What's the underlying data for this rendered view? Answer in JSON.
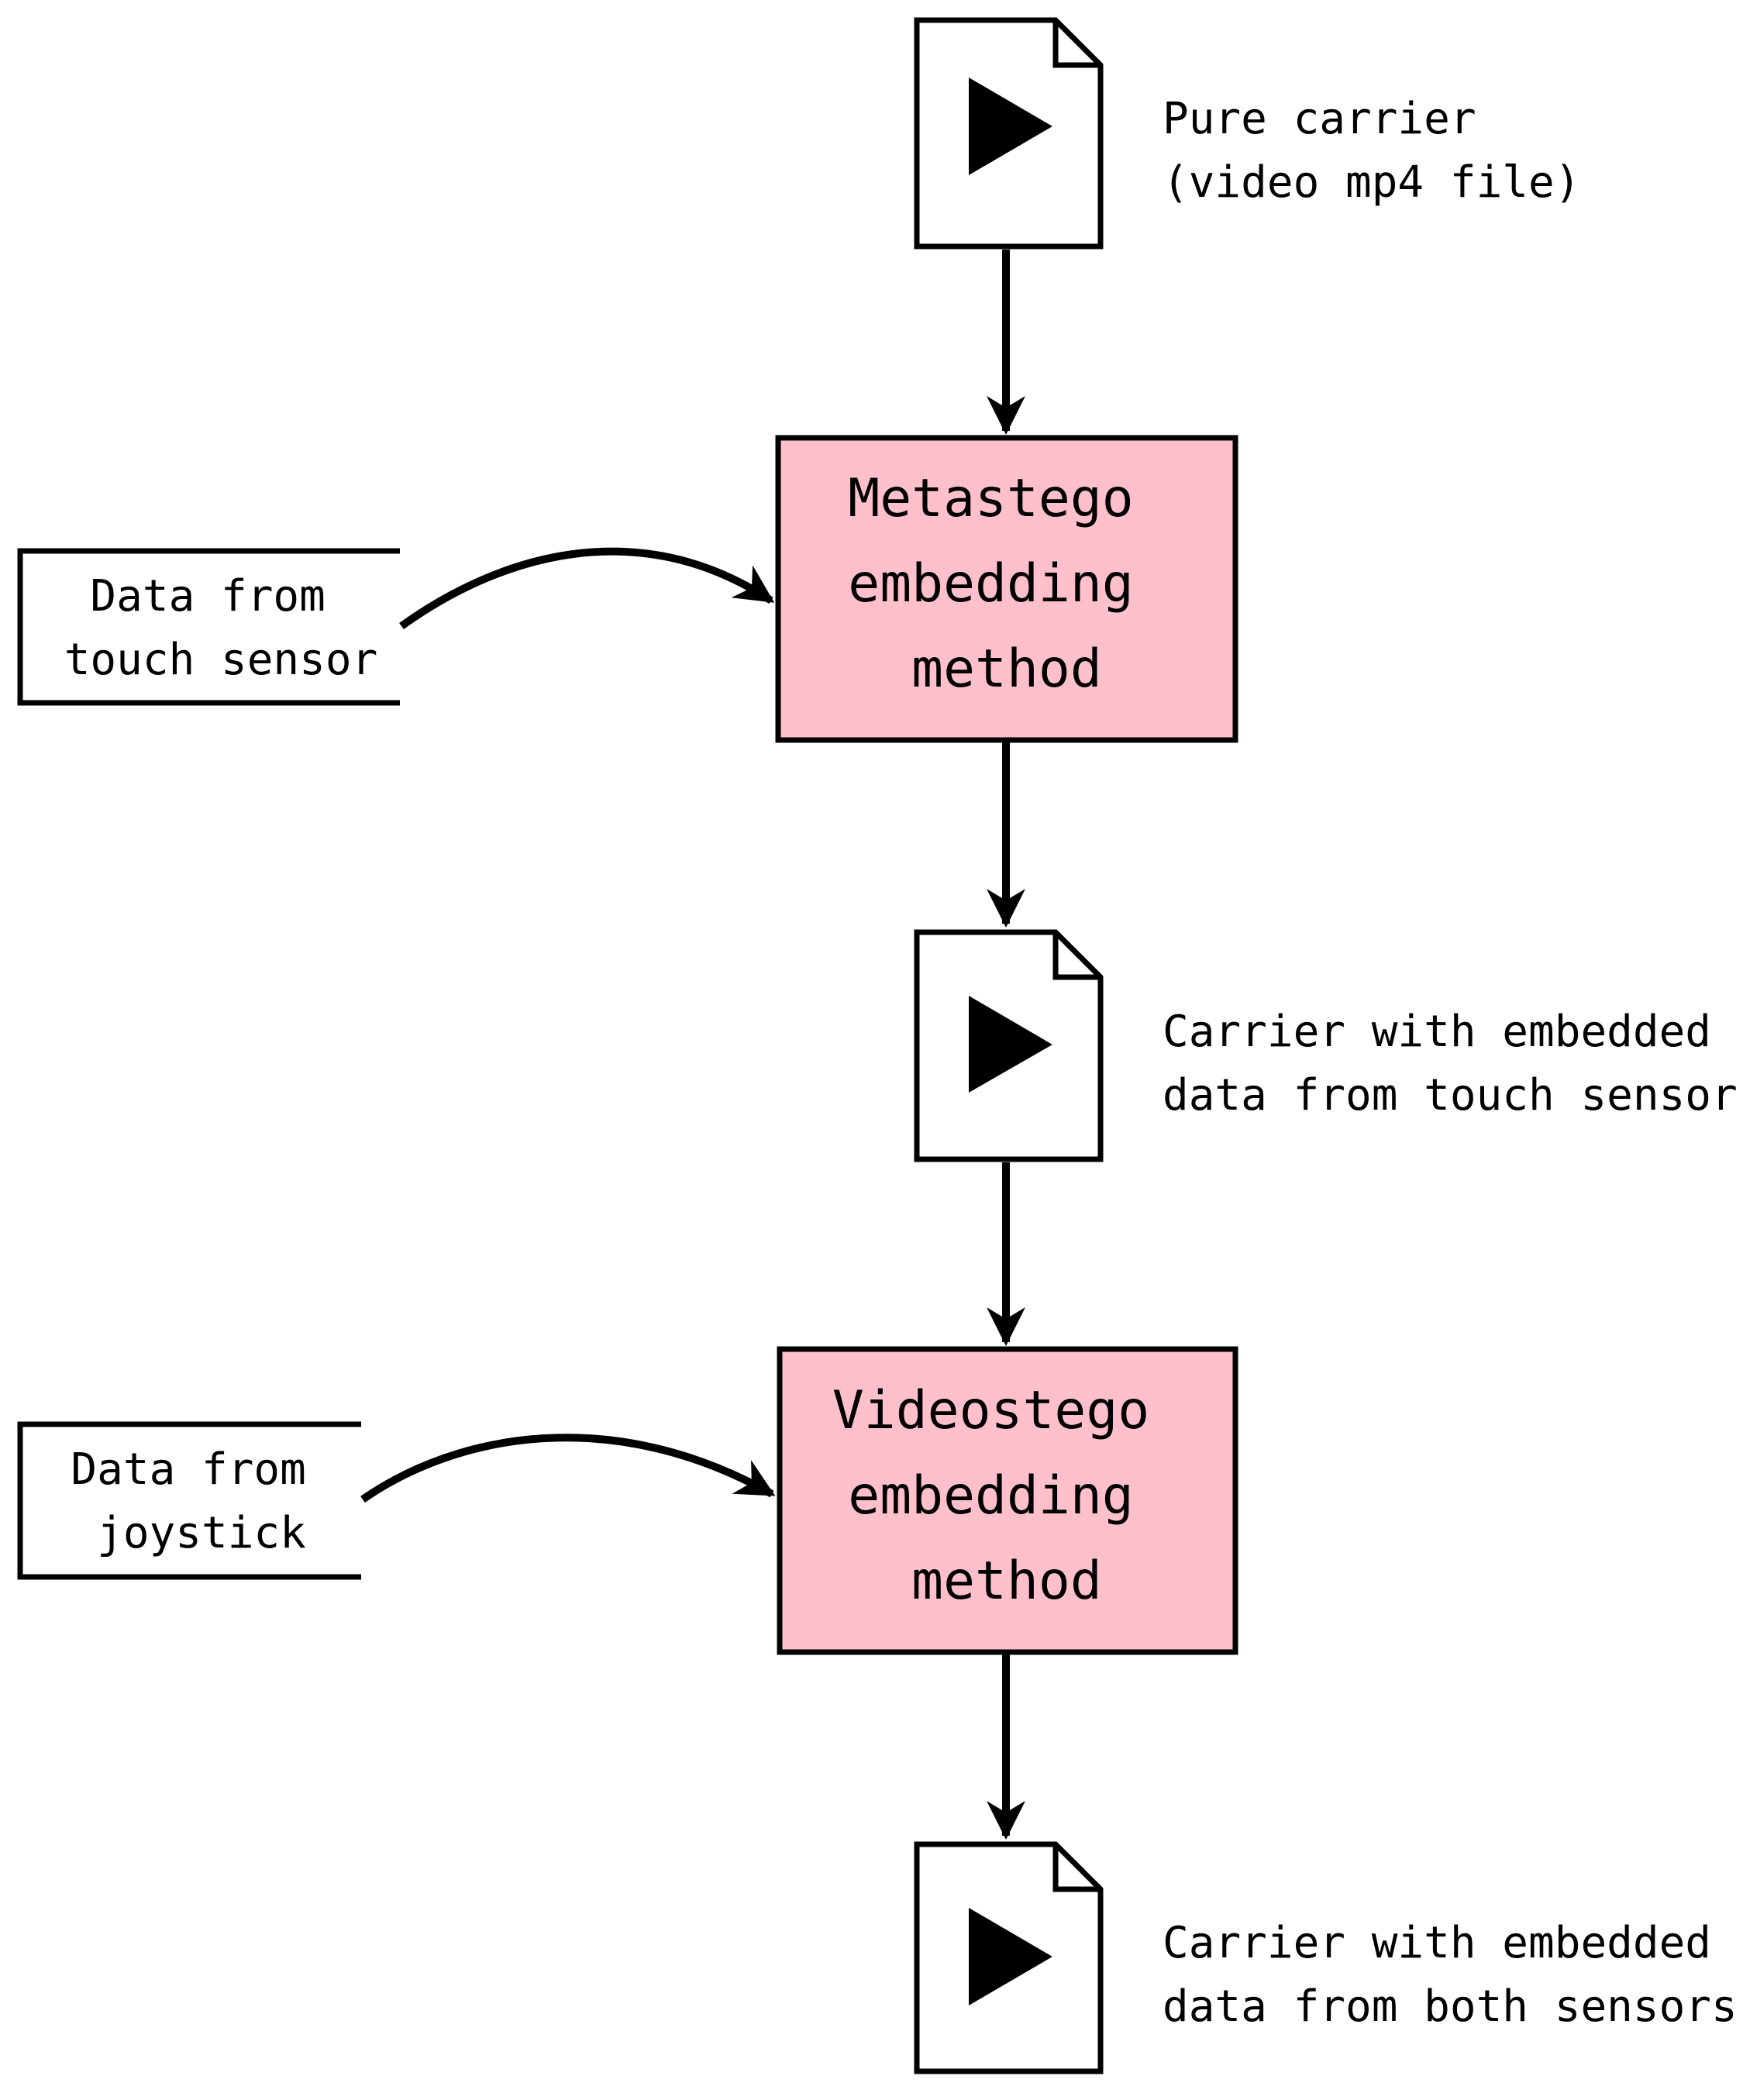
{
  "colors": {
    "method_box_fill": "#ffc0cb",
    "stroke": "#000000",
    "background": "#ffffff"
  },
  "files": [
    {
      "icon": "video-file-icon",
      "label_lines": [
        "Pure carrier",
        "(video mp4 file)"
      ]
    },
    {
      "icon": "video-file-icon",
      "label_lines": [
        "Carrier with embedded",
        "data from touch sensor"
      ]
    },
    {
      "icon": "video-file-icon",
      "label_lines": [
        "Carrier with embedded",
        "data from both sensors"
      ]
    }
  ],
  "methods": [
    {
      "label_lines": [
        "Metastego",
        "embedding",
        "method"
      ]
    },
    {
      "label_lines": [
        "Videostego",
        "embedding",
        "method"
      ]
    }
  ],
  "sources": [
    {
      "label_lines": [
        "Data from",
        "touch sensor"
      ]
    },
    {
      "label_lines": [
        "Data from",
        "joystick"
      ]
    }
  ]
}
